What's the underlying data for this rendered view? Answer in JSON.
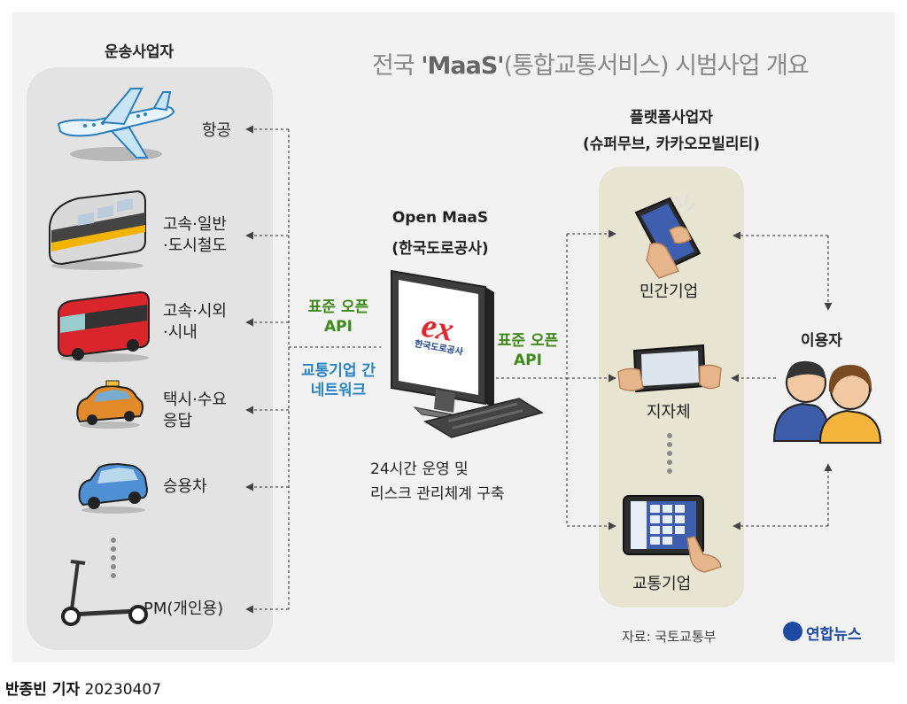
{
  "title": {
    "prefix": "전국 ",
    "emph": "'MaaS'",
    "suffix": "(통합교통서비스) 시범사업 개요"
  },
  "transport_operators": {
    "header": "운송사업자",
    "items": [
      {
        "label": "항공",
        "icon": "airplane-icon"
      },
      {
        "label": "고속·일반\n·도시철도",
        "icon": "train-icon"
      },
      {
        "label": "고속·시외\n·시내",
        "icon": "bus-icon"
      },
      {
        "label": "택시·수요\n응답",
        "icon": "taxi-icon"
      },
      {
        "label": "승용차",
        "icon": "car-icon"
      },
      {
        "label": "PM(개인용)",
        "icon": "kick-scooter-icon"
      }
    ]
  },
  "center": {
    "header_line1": "Open MaaS",
    "header_line2": "(한국도로공사)",
    "logo_text": "한국도로공사",
    "logo_mark": "ex",
    "left_api": "표준 오픈\nAPI",
    "network": "교통기업 간\n네트워크",
    "right_api": "표준 오픈\nAPI",
    "operations_note": "24시간 운영 및\n리스크 관리체계 구축"
  },
  "platform_operators": {
    "header_line1": "플랫폼사업자",
    "header_line2": "(슈퍼무브, 카카오모빌리티)",
    "items": [
      {
        "label": "민간기업",
        "icon": "smartphone-hand-icon"
      },
      {
        "label": "지자체",
        "icon": "tablet-hands-icon"
      },
      {
        "label": "교통기업",
        "icon": "kiosk-touch-icon"
      }
    ]
  },
  "users": {
    "label": "이용자",
    "icon": "people-icon"
  },
  "source": "자료: 국토교통부",
  "agency": "연합뉴스",
  "byline": {
    "name": "반종빈 기자",
    "date": "20230407"
  },
  "colors": {
    "green_label": "#3e8b1b",
    "blue_label": "#2a84c4",
    "left_panel": "#e3e3e3",
    "right_panel": "#e8e4d2",
    "background": "#f2f2f2"
  }
}
